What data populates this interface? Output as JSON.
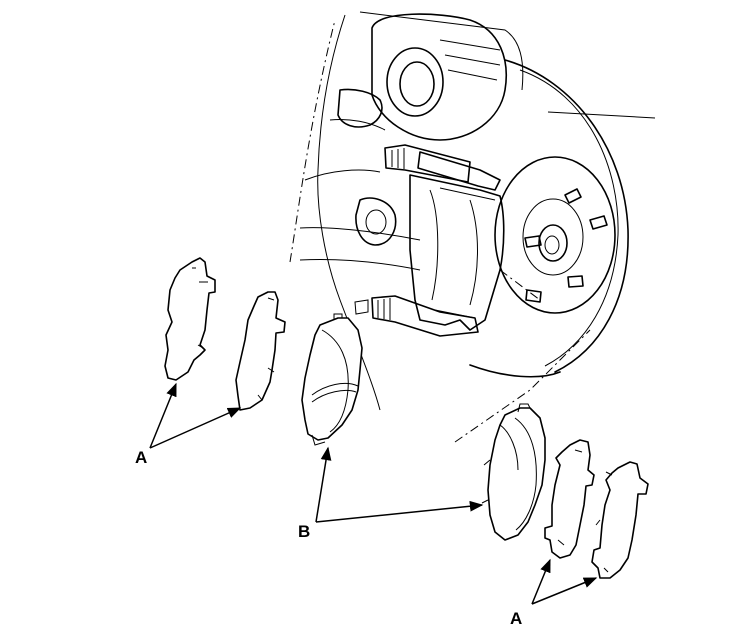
{
  "callouts": {
    "a_left": "A",
    "b": "B",
    "a_right": "A"
  }
}
